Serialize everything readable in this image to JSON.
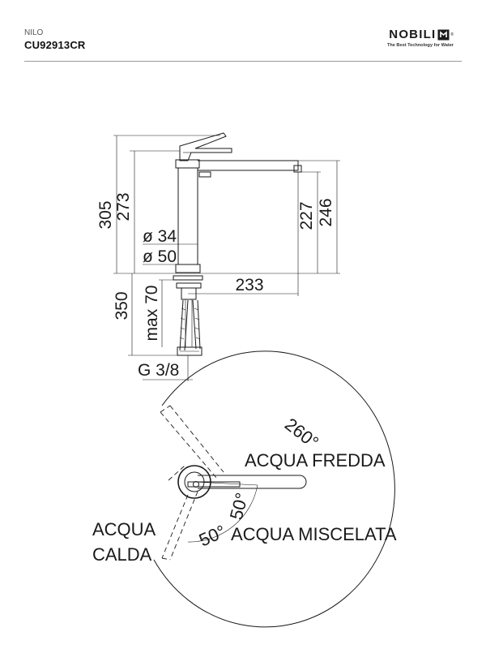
{
  "header": {
    "series": "NILO",
    "code": "CU92913CR",
    "brand": "NOBILI",
    "tagline": "The Best Technology for Water",
    "registered": "®"
  },
  "icons": {
    "logo": "nobili-logo-mark-icon"
  },
  "colors": {
    "line": "#1a1a1a",
    "rule": "#9a9a9a",
    "background": "#ffffff"
  },
  "dimensions": {
    "height_total": "305",
    "height_body": "273",
    "spout_227": "227",
    "spout_246": "246",
    "diam_34": "ø 34",
    "diam_50": "ø 50",
    "reach": "233",
    "below_350": "350",
    "max_70": "max 70",
    "thread": "G 3/8"
  },
  "rotation": {
    "angle_260": "260°",
    "angle_50_right": "50°",
    "angle_50_bottom": "50°",
    "cold": "ACQUA FREDDA",
    "hot_line1": "ACQUA",
    "hot_line2": "CALDA",
    "mixed": "ACQUA MISCELATA"
  }
}
